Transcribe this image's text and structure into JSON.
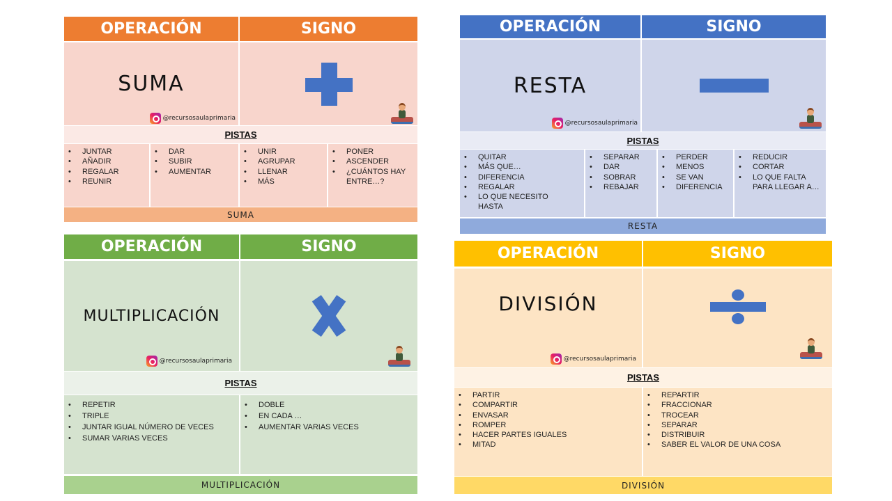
{
  "cards": [
    {
      "id": "suma",
      "header_operation": "OPERACIÓN",
      "header_sign": "SIGNO",
      "operation_name": "SUMA",
      "sign_icon": "plus-sign",
      "instagram_handle": "@recursosaulaprimaria",
      "clues_title": "PISTAS",
      "clue_columns": [
        [
          "JUNTAR",
          "AÑADIR",
          "REGALAR",
          "REUNIR"
        ],
        [
          "DAR",
          "SUBIR",
          "AUMENTAR"
        ],
        [
          "UNIR",
          "AGRUPAR",
          "LLENAR",
          "MÁS"
        ],
        [
          "PONER",
          "ASCENDER",
          "¿CUÁNTOS HAY",
          "ENTRE…?"
        ]
      ],
      "footer": "SUMA",
      "colors": {
        "header": "#ed7d31",
        "body": "#f8d5cc",
        "footer": "#f4b183"
      }
    },
    {
      "id": "resta",
      "header_operation": "OPERACIÓN",
      "header_sign": "SIGNO",
      "operation_name": "RESTA",
      "sign_icon": "minus-sign",
      "instagram_handle": "@recursosaulaprimaria",
      "clues_title": "PISTAS",
      "clue_columns": [
        [
          "QUITAR",
          "MÁS QUE…",
          "DIFERENCIA",
          "REGALAR",
          "LO QUE NECESITO",
          "HASTA"
        ],
        [
          "SEPARAR",
          "DAR",
          "SOBRAR",
          "REBAJAR"
        ],
        [
          "PERDER",
          "MENOS",
          "SE VAN",
          "DIFERENCIA"
        ],
        [
          "REDUCIR",
          "CORTAR",
          "LO QUE FALTA",
          "PARA LLEGAR A…"
        ]
      ],
      "footer": "RESTA",
      "colors": {
        "header": "#4472c4",
        "body": "#cfd5ea",
        "footer": "#8faadc"
      }
    },
    {
      "id": "multiplicacion",
      "header_operation": "OPERACIÓN",
      "header_sign": "SIGNO",
      "operation_name": "MULTIPLICACIÓN",
      "sign_icon": "times-sign",
      "instagram_handle": "@recursosaulaprimaria",
      "clues_title": "PISTAS",
      "clue_columns": [
        [
          "REPETIR",
          "TRIPLE",
          "JUNTAR IGUAL NÚMERO DE VECES",
          "SUMAR VARIAS VECES"
        ],
        [
          "DOBLE",
          "EN CADA …",
          "AUMENTAR VARIAS VECES"
        ]
      ],
      "footer": "MULTIPLICACIÓN",
      "colors": {
        "header": "#70ad47",
        "body": "#d5e3cf",
        "footer": "#a9d18e"
      }
    },
    {
      "id": "division",
      "header_operation": "OPERACIÓN",
      "header_sign": "SIGNO",
      "operation_name": "DIVISIÓN",
      "sign_icon": "division-sign",
      "instagram_handle": "@recursosaulaprimaria",
      "clues_title": "PISTAS",
      "clue_columns": [
        [
          "PARTIR",
          "COMPARTIR",
          "ENVASAR",
          "ROMPER",
          "HACER PARTES IGUALES",
          "MITAD"
        ],
        [
          "REPARTIR",
          "FRACCIONAR",
          "TROCEAR",
          "SEPARAR",
          "DISTRIBUIR",
          "SABER EL VALOR DE UNA COSA"
        ]
      ],
      "footer": "DIVISIÓN",
      "colors": {
        "header": "#ffc000",
        "body": "#fde4c4",
        "footer": "#ffd966"
      }
    }
  ]
}
